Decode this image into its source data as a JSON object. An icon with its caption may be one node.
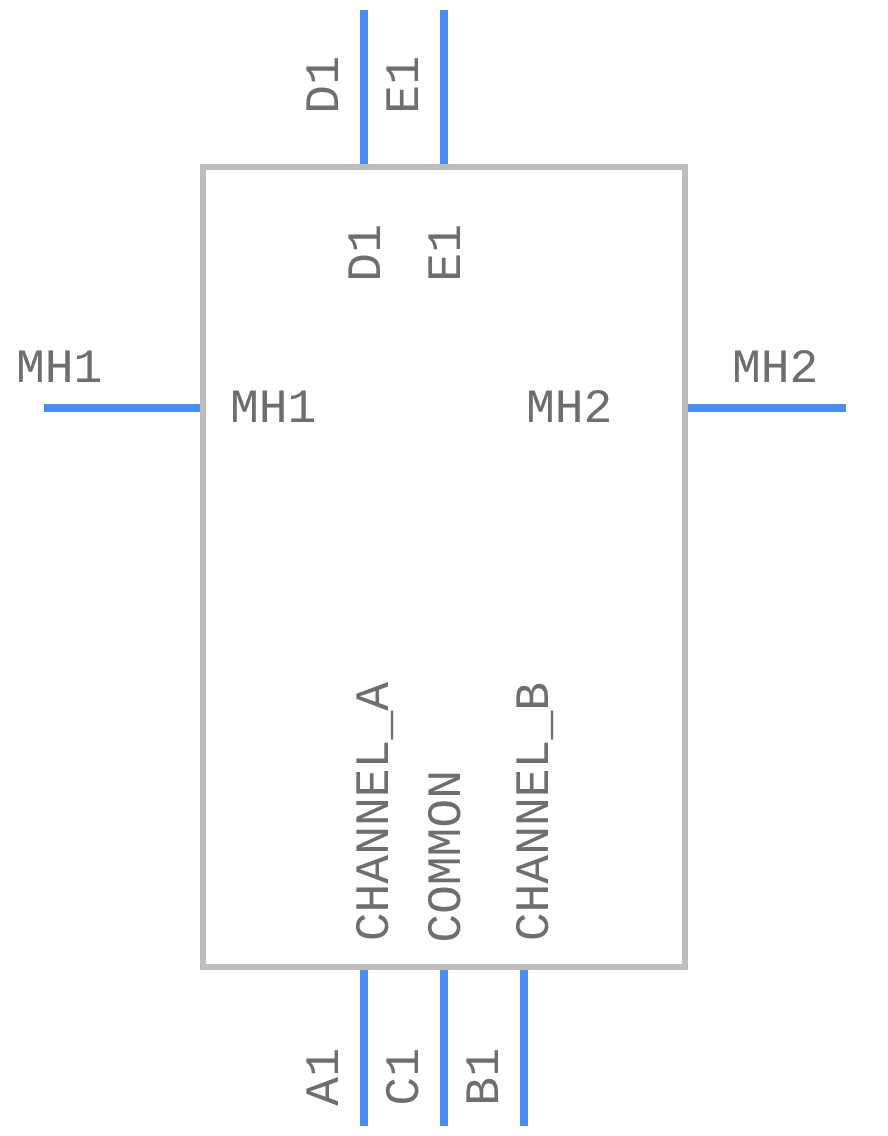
{
  "diagram": {
    "nodes": [
      {
        "text": [
          "D1",
          "E1",
          "MH1",
          "MH2",
          "CHANNEL_A",
          "COMMON",
          "CHANNEL_B"
        ]
      }
    ],
    "labels": [
      "D1",
      "E1",
      "MH1",
      "MH2",
      "A1",
      "C1",
      "B1"
    ]
  }
}
